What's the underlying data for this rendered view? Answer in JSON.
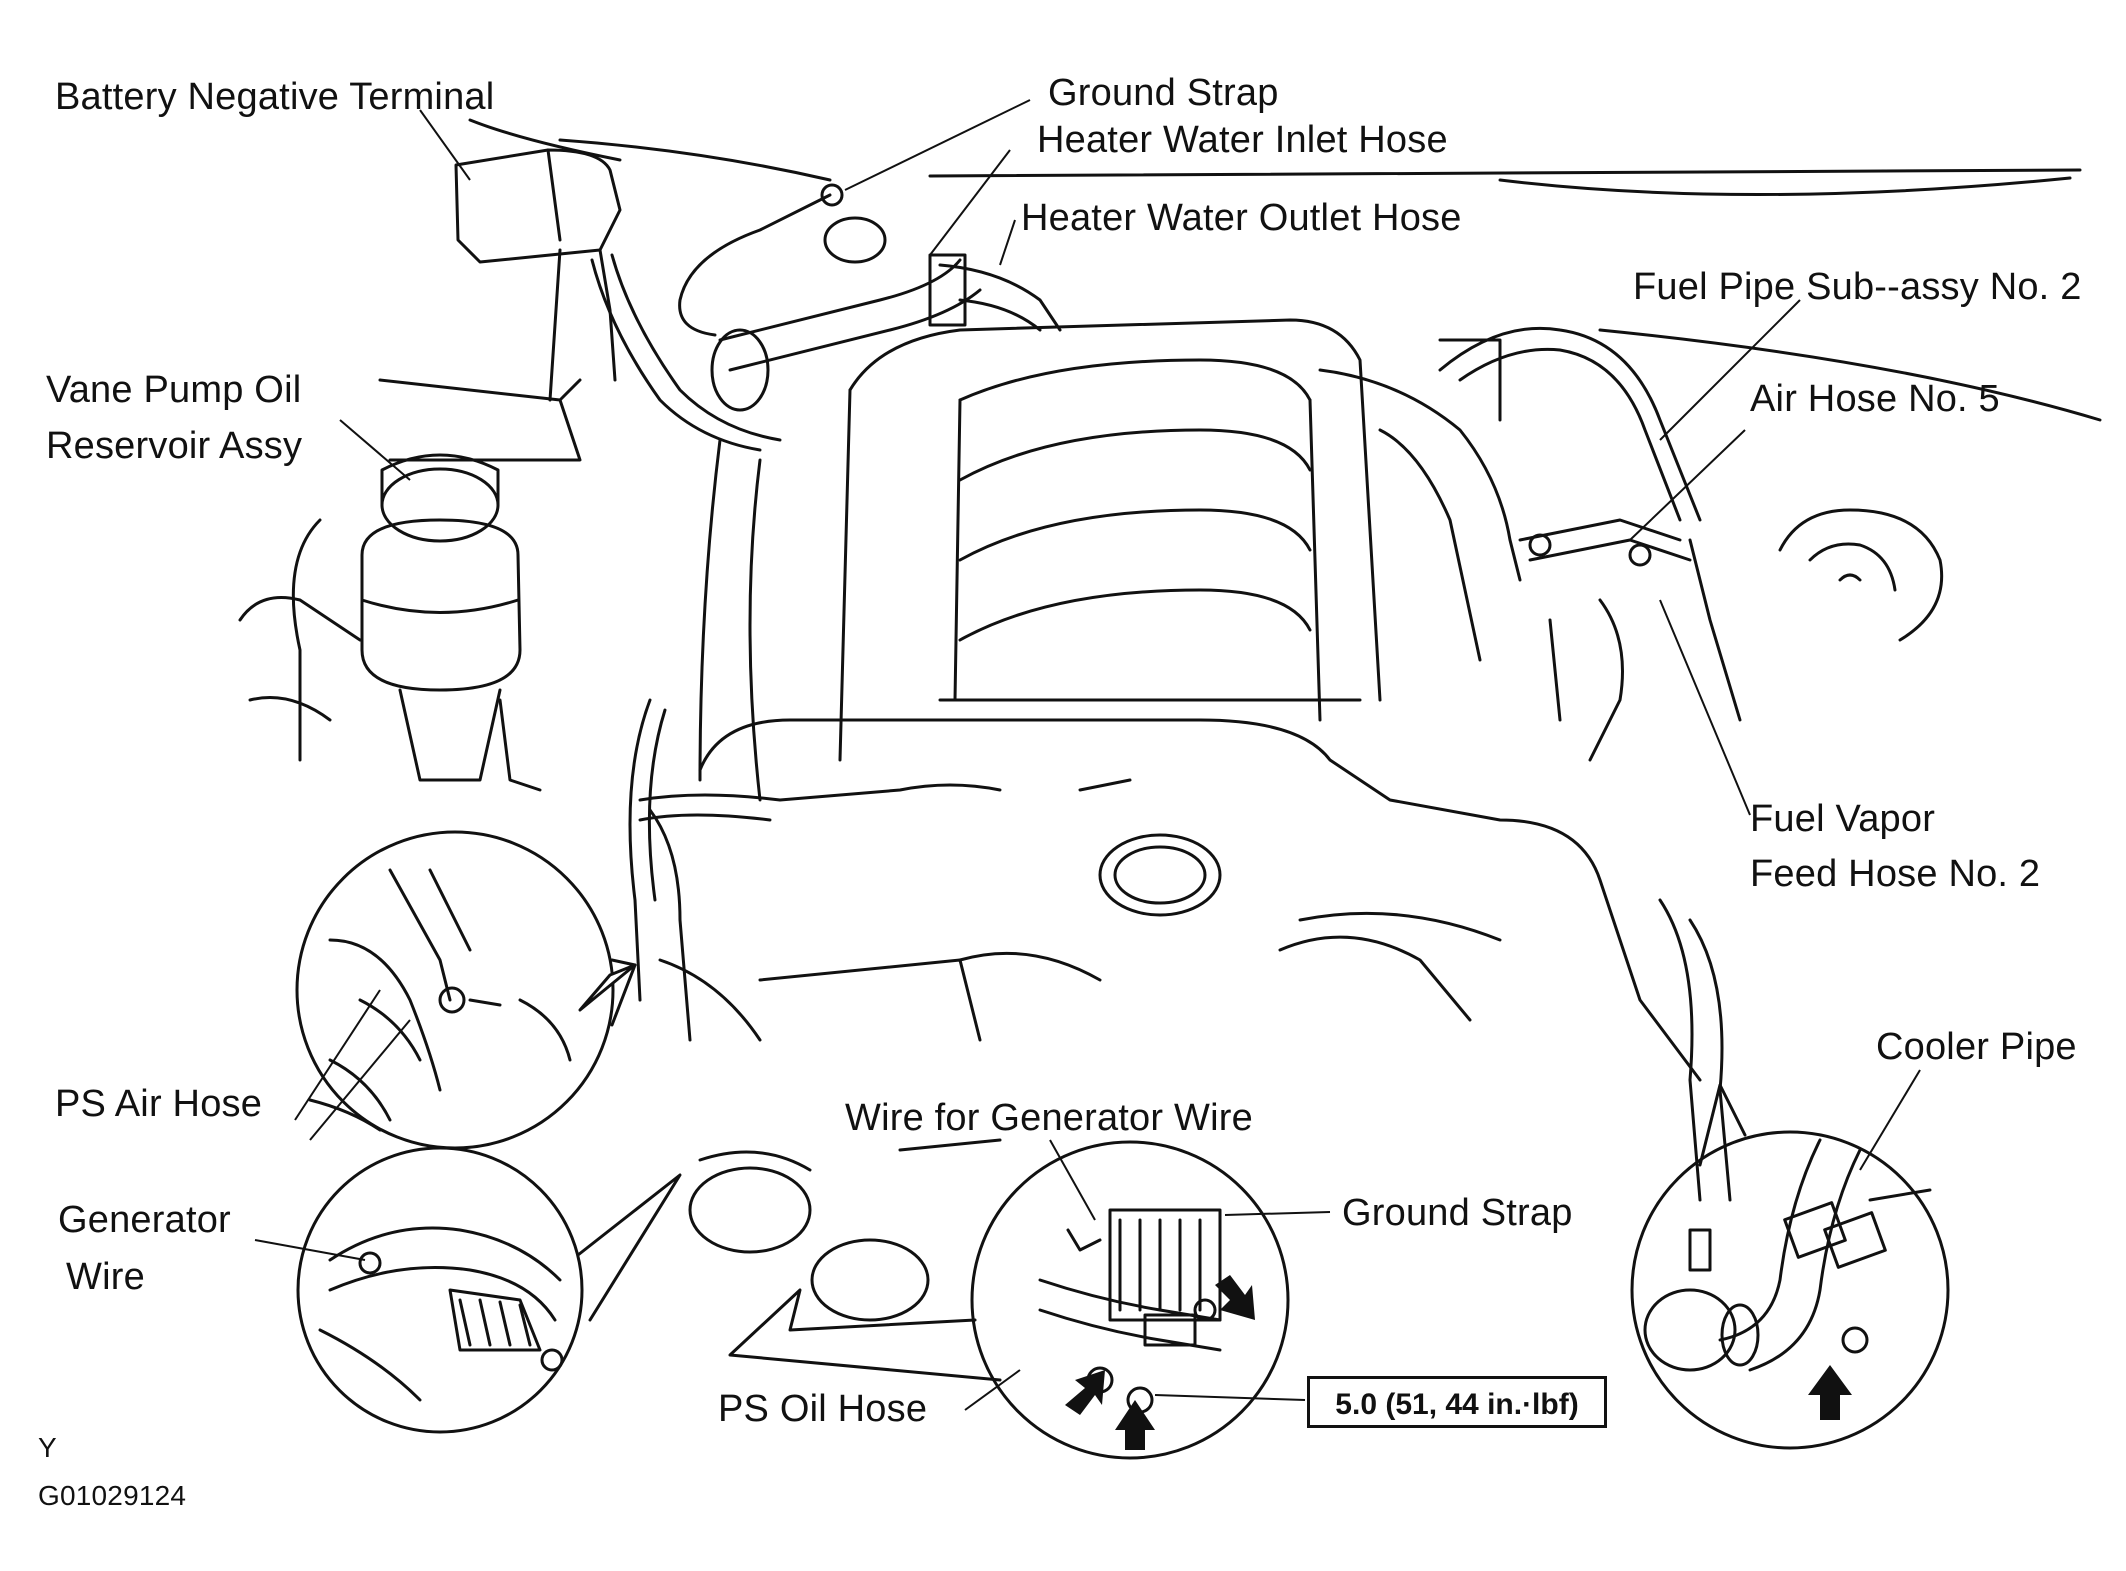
{
  "labels": {
    "battery_negative_terminal": "Battery Negative Terminal",
    "ground_strap_top": "Ground Strap",
    "heater_water_inlet_hose": "Heater Water Inlet Hose",
    "heater_water_outlet_hose": "Heater Water Outlet Hose",
    "fuel_pipe_sub_assy": "Fuel Pipe Sub--assy No. 2",
    "air_hose_no5": "Air Hose No. 5",
    "vane_pump_line1": "Vane Pump Oil",
    "vane_pump_line2": "Reservoir Assy",
    "fuel_vapor_line1": "Fuel Vapor",
    "fuel_vapor_line2": "Feed Hose No. 2",
    "cooler_pipe": "Cooler Pipe",
    "ps_air_hose": "PS Air Hose",
    "wire_for_generator_wire": "Wire for Generator Wire",
    "ground_strap_bottom": "Ground Strap",
    "generator_wire_line1": "Generator",
    "generator_wire_line2": "Wire",
    "ps_oil_hose": "PS Oil Hose",
    "torque_spec": "5.0 (51, 44 in.·lbf)",
    "corner_mark": "Y",
    "figure_id": "G01029124"
  }
}
